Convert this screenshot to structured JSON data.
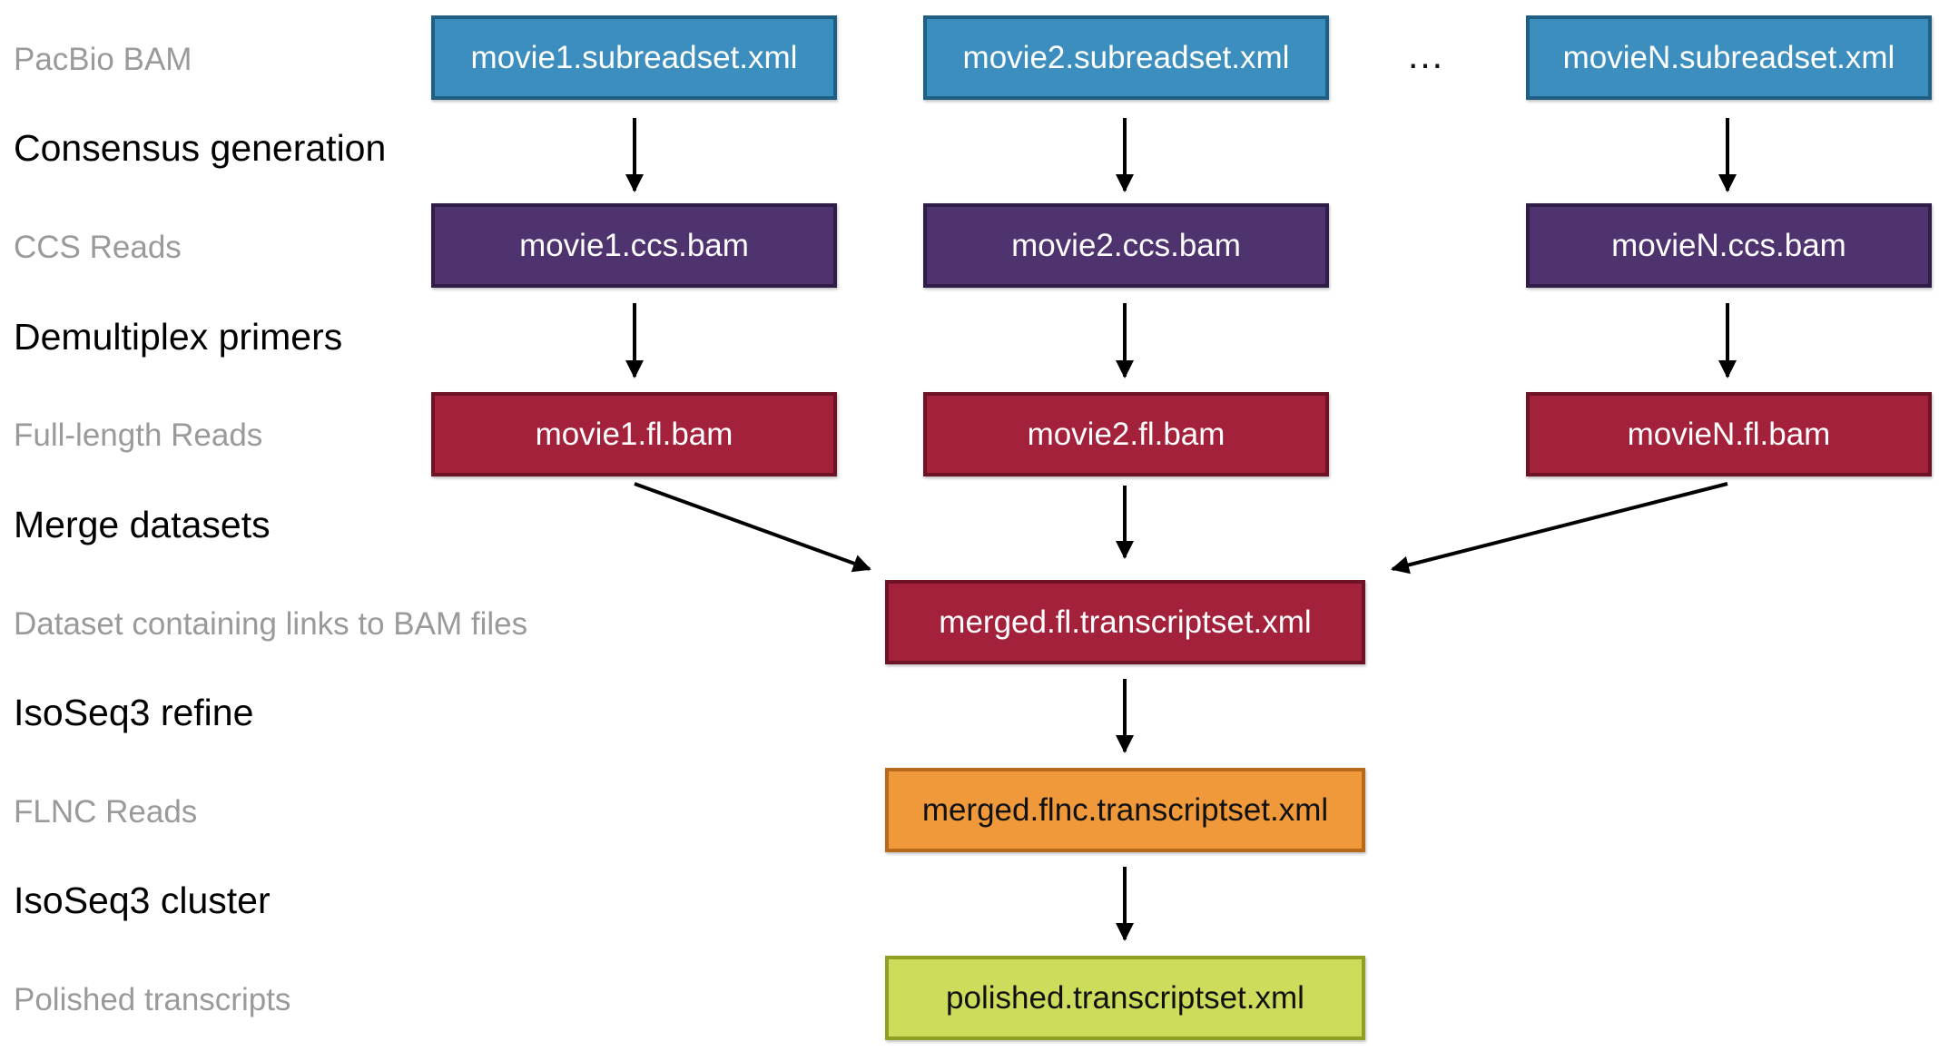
{
  "row_labels": {
    "pacbio_bam": "PacBio BAM",
    "consensus_generation": "Consensus generation",
    "ccs_reads": "CCS Reads",
    "demultiplex_primers": "Demultiplex primers",
    "full_length_reads": "Full-length Reads",
    "merge_datasets": "Merge datasets",
    "dataset_links": "Dataset containing links to BAM files",
    "isoseq3_refine": "IsoSeq3 refine",
    "flnc_reads": "FLNC Reads",
    "isoseq3_cluster": "IsoSeq3 cluster",
    "polished_transcripts": "Polished transcripts"
  },
  "nodes": {
    "movie1_subreadset": "movie1.subreadset.xml",
    "movie2_subreadset": "movie2.subreadset.xml",
    "movieN_subreadset": "movieN.subreadset.xml",
    "movie1_ccs": "movie1.ccs.bam",
    "movie2_ccs": "movie2.ccs.bam",
    "movieN_ccs": "movieN.ccs.bam",
    "movie1_fl": "movie1.fl.bam",
    "movie2_fl": "movie2.fl.bam",
    "movieN_fl": "movieN.fl.bam",
    "merged_fl": "merged.fl.transcriptset.xml",
    "merged_flnc": "merged.flnc.transcriptset.xml",
    "polished": "polished.transcriptset.xml"
  },
  "ellipsis": "…",
  "colors": {
    "subreadset_fill": "#3c8ebf",
    "subreadset_border": "#1f5f84",
    "ccs_fill": "#4f336f",
    "ccs_border": "#2f1c47",
    "fl_fill": "#a3213b",
    "fl_border": "#6e1325",
    "flnc_fill": "#f0993a",
    "flnc_border": "#b86a1c",
    "polished_fill": "#cddc5a",
    "polished_border": "#8fa024",
    "arrow": "#000000"
  }
}
